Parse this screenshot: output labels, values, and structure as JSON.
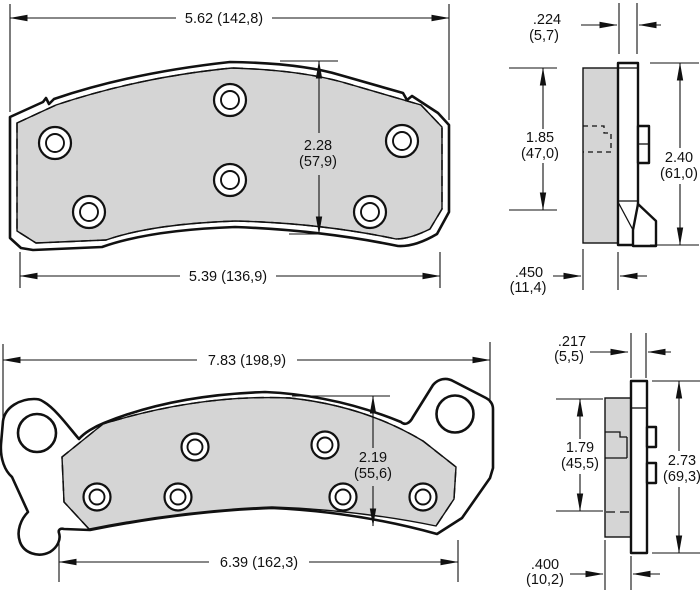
{
  "colors": {
    "line": "#111111",
    "pad_fill": "#d5d5d5",
    "background": "#ffffff"
  },
  "pad1": {
    "front": {
      "overall_width": "5.62 (142,8)",
      "height_in": "2.28",
      "height_mm": "(57,9)",
      "lining_width": "5.39 (136,9)"
    },
    "side": {
      "plate_thickness_in": ".224",
      "plate_thickness_mm": "(5,7)",
      "lining_height_in": "1.85",
      "lining_height_mm": "(47,0)",
      "overall_height_in": "2.40",
      "overall_height_mm": "(61,0)",
      "lining_thickness_in": ".450",
      "lining_thickness_mm": "(11,4)"
    }
  },
  "pad2": {
    "front": {
      "overall_width": "7.83 (198,9)",
      "height_in": "2.19",
      "height_mm": "(55,6)",
      "lining_width": "6.39 (162,3)"
    },
    "side": {
      "plate_thickness_in": ".217",
      "plate_thickness_mm": "(5,5)",
      "lining_height_in": "1.79",
      "lining_height_mm": "(45,5)",
      "overall_height_in": "2.73",
      "overall_height_mm": "(69,3)",
      "lining_thickness_in": ".400",
      "lining_thickness_mm": "(10,2)"
    }
  }
}
